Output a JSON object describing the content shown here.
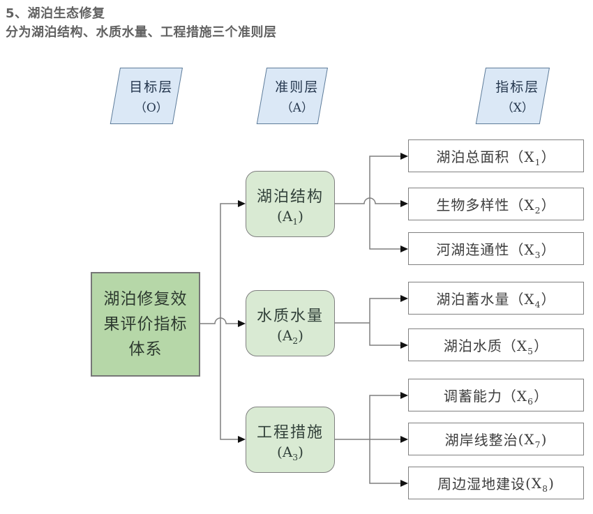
{
  "header": {
    "line1": "5、湖泊生态修复",
    "line2": "分为湖泊结构、水质水量、工程措施三个准则层"
  },
  "layer_headers": [
    {
      "name": "目标层",
      "code": "（O）"
    },
    {
      "name": "准则层",
      "code": "（A）"
    },
    {
      "name": "指标层",
      "code": "（X）"
    }
  ],
  "goal_box": {
    "text": "湖泊修复效\n果评价指标\n体系"
  },
  "criteria": [
    {
      "label": "湖泊结构",
      "pre": "(",
      "sym": "A",
      "sub": "1",
      "post": ")"
    },
    {
      "label": "水质水量",
      "pre": "(",
      "sym": "A",
      "sub": "2",
      "post": ")"
    },
    {
      "label": "工程措施",
      "pre": "(",
      "sym": "A",
      "sub": "3",
      "post": ")"
    }
  ],
  "indicators": [
    {
      "label": "湖泊总面积",
      "pre": "（",
      "sym": "X",
      "sub": "1",
      "post": "）"
    },
    {
      "label": "生物多样性",
      "pre": "（",
      "sym": "X",
      "sub": "2",
      "post": "）"
    },
    {
      "label": "河湖连通性",
      "pre": "（",
      "sym": "X",
      "sub": "3",
      "post": "）"
    },
    {
      "label": "湖泊蓄水量",
      "pre": "（",
      "sym": "X",
      "sub": "4",
      "post": "）"
    },
    {
      "label": "湖泊水质",
      "pre": "（",
      "sym": "X",
      "sub": "5",
      "post": "）"
    },
    {
      "label": "调蓄能力",
      "pre": "（",
      "sym": "X",
      "sub": "6",
      "post": "）"
    },
    {
      "label": "湖岸线整治",
      "pre": "(",
      "sym": "X",
      "sub": "7",
      "post": ")"
    },
    {
      "label": "周边湿地建设",
      "pre": "(",
      "sym": "X",
      "sub": "8",
      "post": ")"
    }
  ],
  "colors": {
    "header_text": "#616161",
    "layer_fill": "#dbe8f6",
    "layer_border": "#5d7b99",
    "goal_fill": "#b6d7a8",
    "criterion_fill": "#d9ead3",
    "indicator_fill": "#ffffff",
    "box_border": "#7f7f7f",
    "connector_line": "#7f7f7f",
    "arrowhead": "#111111"
  }
}
